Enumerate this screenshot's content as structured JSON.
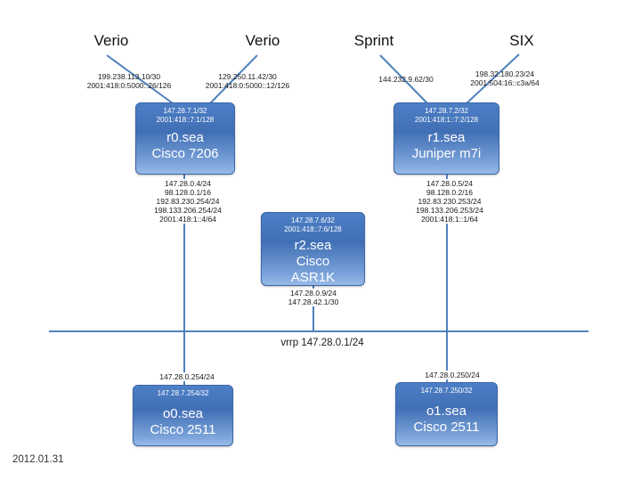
{
  "date": "2012.01.31",
  "bus": {
    "vrrp_label": "vrrp 147.28.0.1/24"
  },
  "uplinks": {
    "verio1": {
      "label": "Verio",
      "line1": "199.238.113.10/30",
      "line2": "2001:418:0:5000::26/126"
    },
    "verio2": {
      "label": "Verio",
      "line1": "129.250.11.42/30",
      "line2": "2001:418:0:5000::12/126"
    },
    "sprint": {
      "label": "Sprint",
      "line1": "144.232.9.62/30"
    },
    "six": {
      "label": "SIX",
      "line1": "198.32.180.23/24",
      "line2": "2001:504:16::c3a/64"
    }
  },
  "routers": {
    "r0": {
      "lo1": "147.28.7.1/32",
      "lo2": "2001:418::7:1/128",
      "name": "r0.sea",
      "model": "Cisco 7206",
      "ifaces": [
        "147.28.0.4/24",
        "98.128.0.1/16",
        "192.83.230.254/24",
        "198.133.206.254/24",
        "2001:418:1::4/64"
      ]
    },
    "r1": {
      "lo1": "147.28.7.2/32",
      "lo2": "2001:418:1::7:2/128",
      "name": "r1.sea",
      "model": "Juniper m7i",
      "ifaces": [
        "147.28.0.5/24",
        "98.128.0.2/16",
        "192.83.230.253/24",
        "198.133.206.253/24",
        "2001:418:1::1/64"
      ]
    },
    "r2": {
      "lo1": "147.28.7.6/32",
      "lo2": "2001:418::7:6/128",
      "name": "r2.sea",
      "model_line1": "Cisco",
      "model_line2": "ASR1K",
      "ifaces": [
        "147.28.0.9/24",
        "147.28.42.1/30"
      ]
    },
    "o0": {
      "lo1": "147.28.7.254/32",
      "name": "o0.sea",
      "model": "Cisco 2511",
      "above": "147.28.0.254/24"
    },
    "o1": {
      "lo1": "147.28.7.250/32",
      "name": "o1.sea",
      "model": "Cisco 2511",
      "above": "147.28.0.250/24"
    }
  }
}
